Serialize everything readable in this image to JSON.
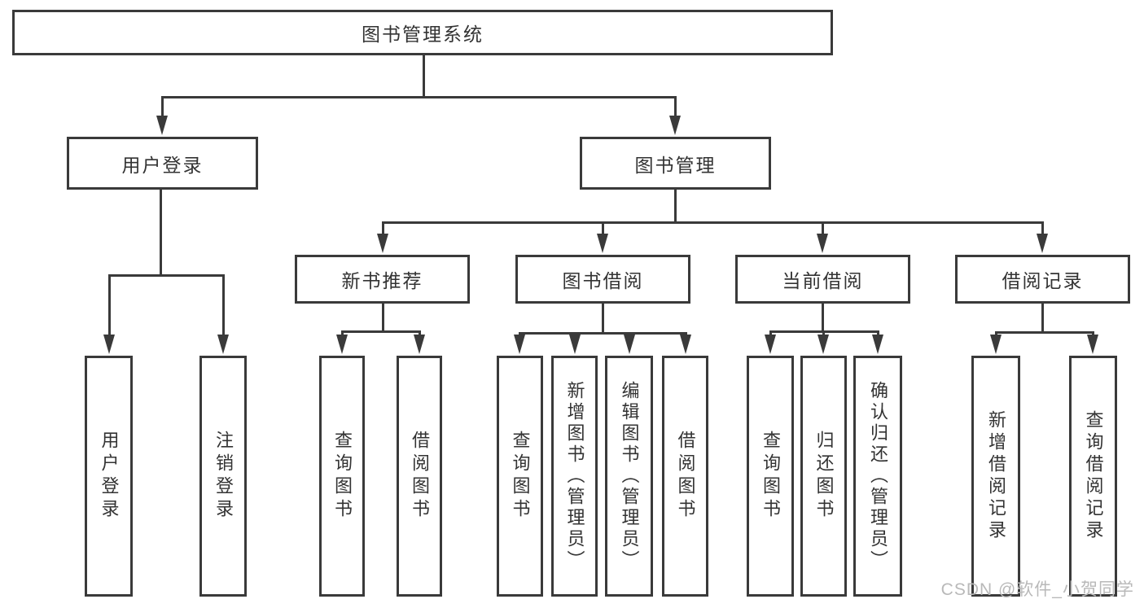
{
  "diagram": {
    "root": {
      "label": "图书管理系统"
    },
    "branches": [
      {
        "label": "用户登录",
        "children": [
          {
            "label": "用户登录"
          },
          {
            "label": "注销登录"
          }
        ]
      },
      {
        "label": "图书管理",
        "children": [
          {
            "label": "新书推荐",
            "children": [
              {
                "label": "查询图书"
              },
              {
                "label": "借阅图书"
              }
            ]
          },
          {
            "label": "图书借阅",
            "children": [
              {
                "label": "查询图书"
              },
              {
                "label": "新增图书（管理员）"
              },
              {
                "label": "编辑图书（管理员）"
              },
              {
                "label": "借阅图书"
              }
            ]
          },
          {
            "label": "当前借阅",
            "children": [
              {
                "label": "查询图书"
              },
              {
                "label": "归还图书"
              },
              {
                "label": "确认归还（管理员）"
              }
            ]
          },
          {
            "label": "借阅记录",
            "children": [
              {
                "label": "新增借阅记录"
              },
              {
                "label": "查询借阅记录"
              }
            ]
          }
        ]
      }
    ]
  },
  "watermark": {
    "text": "CSDN @软件_小贺同学"
  },
  "colors": {
    "line": "#3a3a3a",
    "text": "#333333",
    "watermark": "#b9b9b9",
    "background": "#ffffff"
  }
}
